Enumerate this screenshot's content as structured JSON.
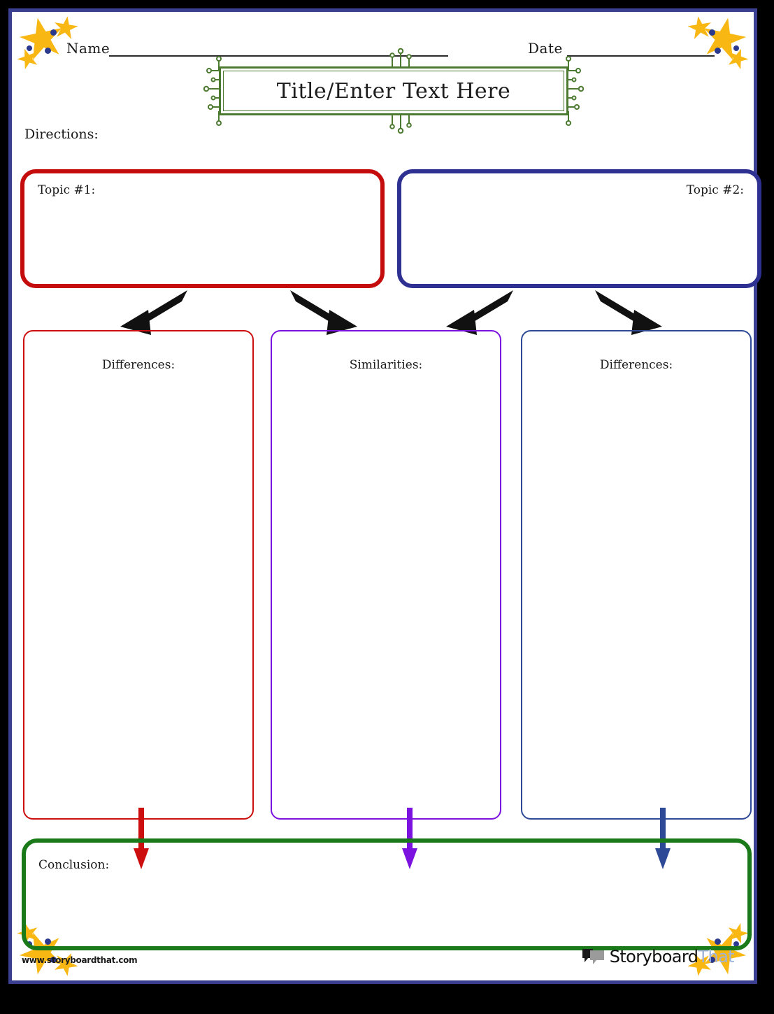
{
  "worksheet": {
    "type": "compare-and-contrast-graphic-organizer",
    "fields": {
      "name_label": "Name",
      "date_label": "Date",
      "name_value": "",
      "date_value": ""
    },
    "title": {
      "text": "Title/Enter Text Here",
      "border_color": "#4c7a31",
      "ornament": "circuit-sprig"
    },
    "directions_label": "Directions:",
    "directions_value": "",
    "topics": [
      {
        "label": "Topic #1:",
        "value": "",
        "color": "#c50c0c",
        "align": "left"
      },
      {
        "label": "Topic #2:",
        "value": "",
        "color": "#2e3191",
        "align": "right"
      }
    ],
    "columns": [
      {
        "label": "Differences:",
        "value": "",
        "color": "#cc0e0e"
      },
      {
        "label": "Similarities:",
        "value": "",
        "color": "#7b12e0"
      },
      {
        "label": "Differences:",
        "value": "",
        "color": "#2e4a96"
      }
    ],
    "conclusion": {
      "label": "Conclusion:",
      "value": "",
      "color": "#1a7a1a"
    },
    "decoration": {
      "corner": "stars-and-dots",
      "star_color": "#f8b713",
      "dot_color": "#2b3a8f",
      "page_border_color": "#3b3f8f",
      "arrow_color": "#111111"
    }
  },
  "footer": {
    "url": "www.storyboardthat.com",
    "brand_primary": "Storyboard",
    "brand_secondary": "That",
    "logo_icon": "speech-bubbles-icon"
  }
}
